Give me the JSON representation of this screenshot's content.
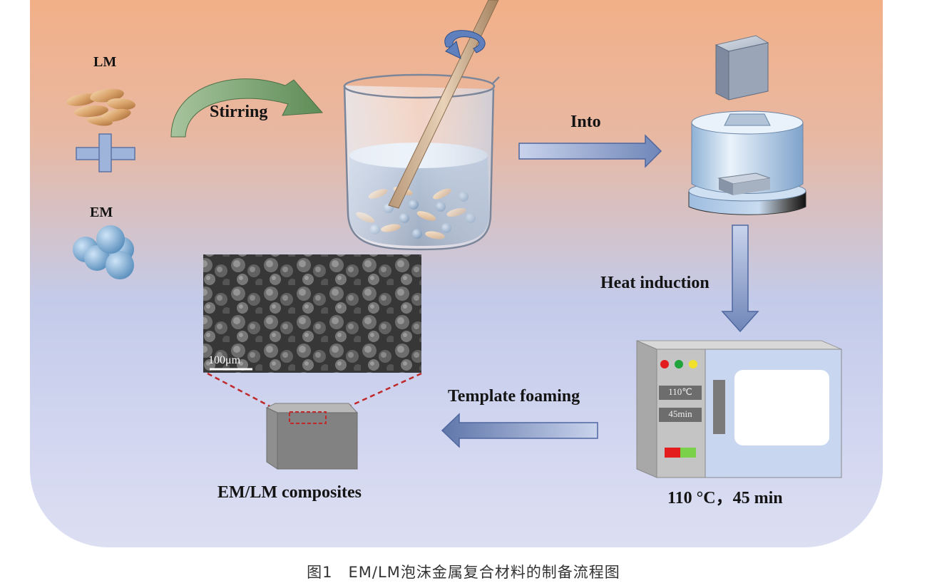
{
  "labels": {
    "lm": "LM",
    "em": "EM",
    "stirring": "Stirring",
    "into": "Into",
    "heat_induction": "Heat induction",
    "template_foaming": "Template foaming",
    "composites": "EM/LM composites",
    "conditions": "110 °C，45 min"
  },
  "oven": {
    "temp_display": "110℃",
    "time_display": "45min"
  },
  "sem": {
    "scale_bar": "100μm"
  },
  "caption": "图1　EM/LM泡沫金属复合材料的制备流程图",
  "colors": {
    "arrow_blue": "#8fa3cc",
    "stir_arrow_green": "#7fa377",
    "dashed_red": "#c0282a",
    "oven_body": "#c4c4c4",
    "oven_door": "#c8d6f0"
  }
}
